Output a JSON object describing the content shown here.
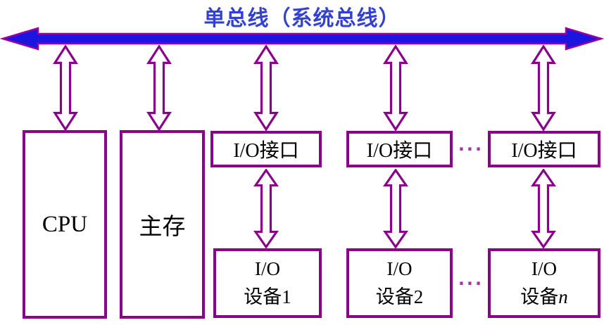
{
  "title": "单总线（系统总线）",
  "bus": {
    "name": "单总线",
    "alias": "系统总线"
  },
  "boxes": {
    "cpu": {
      "label": "CPU"
    },
    "memory": {
      "label": "主存"
    },
    "interfaces": [
      {
        "label": "I/O接口"
      },
      {
        "label": "I/O接口"
      },
      {
        "label": "I/O接口"
      }
    ],
    "devices": [
      {
        "line1": "I/O",
        "line2": "设备1"
      },
      {
        "line1": "I/O",
        "line2": "设备2"
      },
      {
        "line1": "I/O",
        "line2_prefix": "设备",
        "line2_var": "n"
      }
    ]
  },
  "ellipsis": {
    "top": "···",
    "bottom": "···"
  },
  "colors": {
    "bus_fill": "#1a16e0",
    "bus_outline": "#9900a0",
    "shape_outline": "#8B008B",
    "title_text": "#3240d4",
    "box_text": "#000000",
    "ellipsis": "#a833a8"
  }
}
